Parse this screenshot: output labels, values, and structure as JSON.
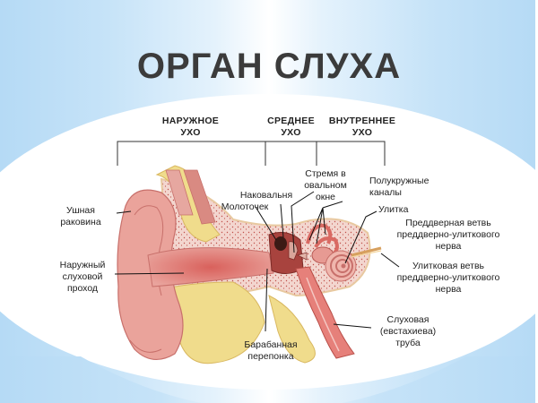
{
  "title": "ОРГАН СЛУХА",
  "sections": [
    {
      "line1": "НАРУЖНОЕ",
      "line2": "УХО"
    },
    {
      "line1": "СРЕДНЕЕ",
      "line2": "УХО"
    },
    {
      "line1": "ВНУТРЕННЕЕ",
      "line2": "УХО"
    }
  ],
  "labels": {
    "auricle": {
      "line1": "Ушная",
      "line2": "раковина"
    },
    "ear_canal": {
      "line1": "Наружный",
      "line2": "слуховой",
      "line3": "проход"
    },
    "malleus": "Молоточек",
    "incus": "Наковальня",
    "stapes": {
      "line1": "Стремя в",
      "line2": "овальном",
      "line3": "окне"
    },
    "semicircular_canals": {
      "line1": "Полукружные",
      "line2": "каналы"
    },
    "cochlea": "Улитка",
    "vestibular_branch": {
      "line1": "Преддверная ветвь",
      "line2": "преддверно-улиткового",
      "line3": "нерва"
    },
    "cochlear_branch": {
      "line1": "Улитковая ветвь",
      "line2": "преддверно-улиткового",
      "line3": "нерва"
    },
    "eardrum": {
      "line1": "Барабанная",
      "line2": "перепонка"
    },
    "eustachian_tube": {
      "line1": "Слуховая",
      "line2": "(евстахиева)",
      "line3": "труба"
    }
  },
  "colors": {
    "background_blue": "#b5daf5",
    "title_text": "#3b3b3b",
    "tissue_pink": "#e8a09a",
    "bone_yellow": "#f0dc8c",
    "bone_speckle": "#f3d3cc"
  }
}
